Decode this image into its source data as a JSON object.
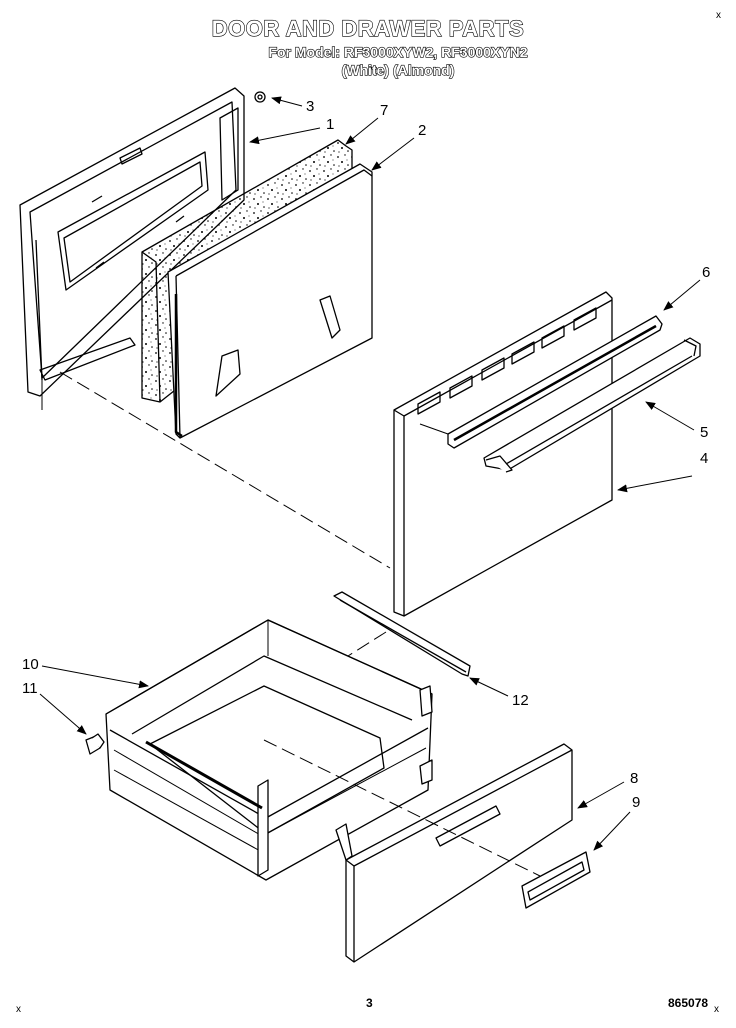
{
  "header": {
    "title": "DOOR AND DRAWER PARTS",
    "models": "For Model: RF3000XYW2, RF3000XYN2",
    "colors": "(White)      (Almond)"
  },
  "callouts": [
    {
      "id": "c1",
      "label": "1"
    },
    {
      "id": "c2",
      "label": "2"
    },
    {
      "id": "c3",
      "label": "3"
    },
    {
      "id": "c4",
      "label": "4"
    },
    {
      "id": "c5",
      "label": "5"
    },
    {
      "id": "c6",
      "label": "6"
    },
    {
      "id": "c7",
      "label": "7"
    },
    {
      "id": "c8",
      "label": "8"
    },
    {
      "id": "c9",
      "label": "9"
    },
    {
      "id": "c10",
      "label": "10"
    },
    {
      "id": "c11",
      "label": "11"
    },
    {
      "id": "c12",
      "label": "12"
    }
  ],
  "footer": {
    "page_number": "3",
    "drawing_code": "865078",
    "corner_mark": "x"
  }
}
